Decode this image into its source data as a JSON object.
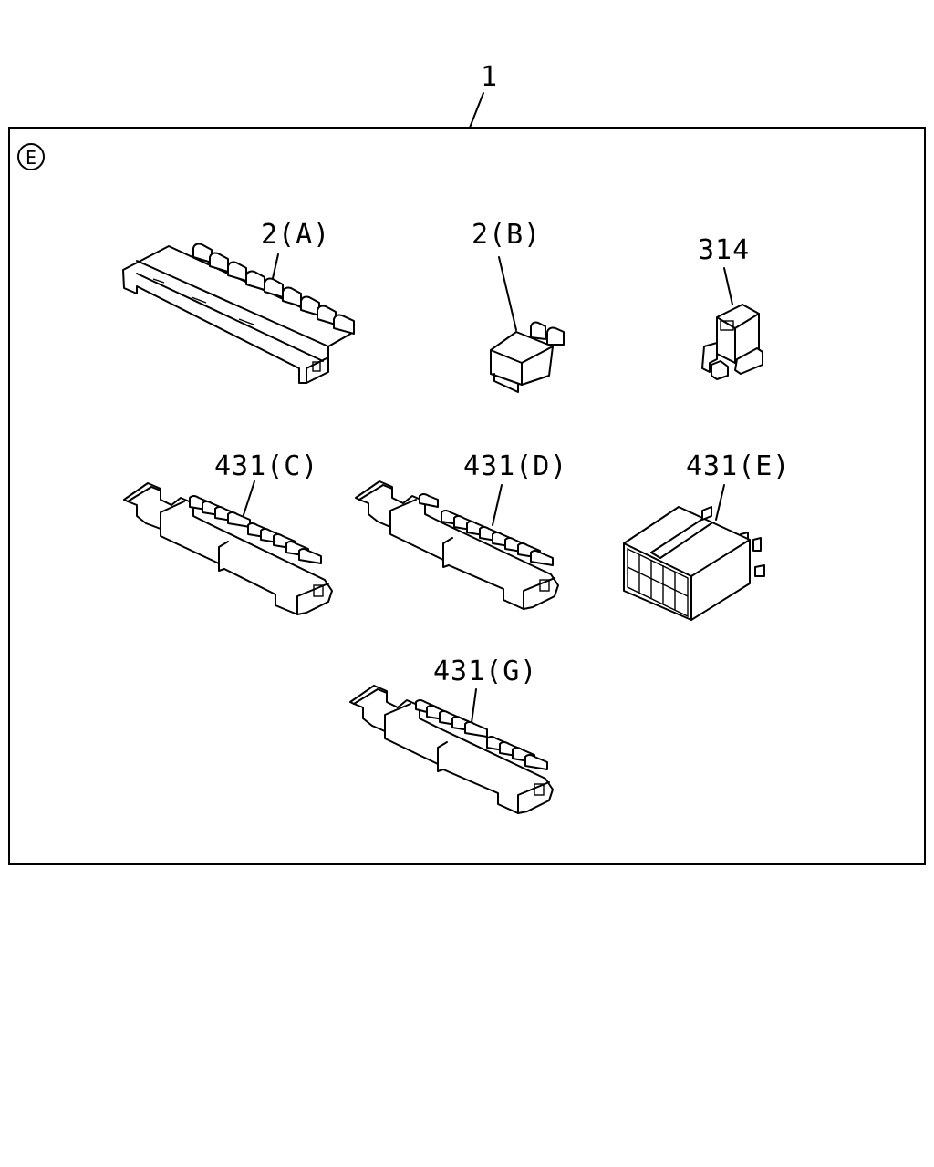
{
  "diagram": {
    "assembly_label": "1",
    "view_marker": "E",
    "parts": [
      {
        "label": "2(A)"
      },
      {
        "label": "2(B)"
      },
      {
        "label": "314"
      },
      {
        "label": "431(C)"
      },
      {
        "label": "431(D)"
      },
      {
        "label": "431(E)"
      },
      {
        "label": "431(G)"
      }
    ]
  }
}
